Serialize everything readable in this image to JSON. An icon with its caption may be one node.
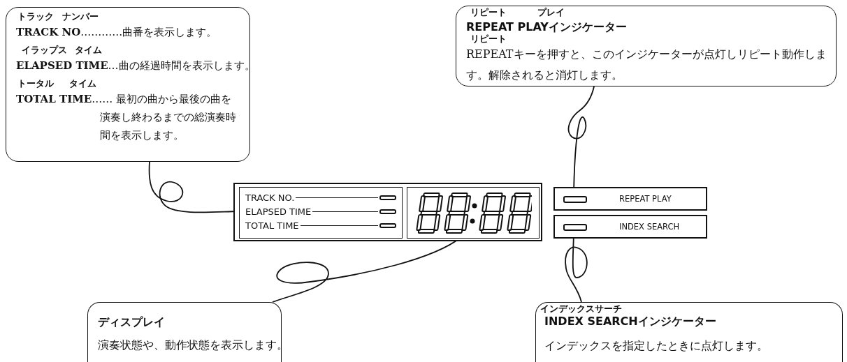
{
  "diagram": {
    "nodes": [
      {
        "text": [
          "トラック",
          "ナンバー",
          "**TRACK NO**…………曲番を表示します。",
          "イラップス",
          "タイム",
          "**ELAPSED TIME**…曲の経過時間を表示します。",
          "トータル",
          "タイム",
          "**TOTAL TIME**…… 最初の曲から最後の曲を演奏し終わるまでの総演奏時間を表示します。"
        ]
      },
      {
        "text": [
          "リピート",
          "プレイ",
          "REPEAT PLAYインジケーター",
          "リピート",
          "REPEATキーを押すと、このインジケーターが点灯しリピート動作します。解除されると消灯します。"
        ]
      },
      {
        "text": [
          "ディスプレイ",
          "演奏状態や、動作状態を表示します。"
        ]
      },
      {
        "text": [
          "インデックス",
          "サーチ",
          "INDEX SEARCHインジケーター",
          "インデックスを指定したときに点灯します。"
        ]
      },
      {
        "text": [],
        "shape": "box"
      },
      {
        "text": [
          "TRACK NO.",
          "ELAPSED TIME",
          "TOTAL TIME"
        ],
        "in": 4
      },
      {
        "text": [],
        "shape": "box",
        "in": 4
      },
      {
        "text": [
          "REPEAT PLAY"
        ]
      },
      {
        "text": [],
        "shape": "bar",
        "in": 7
      },
      {
        "text": [
          "INDEX SEARCH"
        ]
      },
      {
        "text": [],
        "shape": "bar",
        "in": 9
      }
    ],
    "edges": [
      {
        "from": 0,
        "to": 5,
        "arrow": "none"
      },
      {
        "from": 1,
        "to": 8,
        "arrow": "none"
      },
      {
        "from": 2,
        "to": 6,
        "arrow": "none"
      },
      {
        "from": 3,
        "to": 10,
        "arrow": "none"
      }
    ]
  }
}
